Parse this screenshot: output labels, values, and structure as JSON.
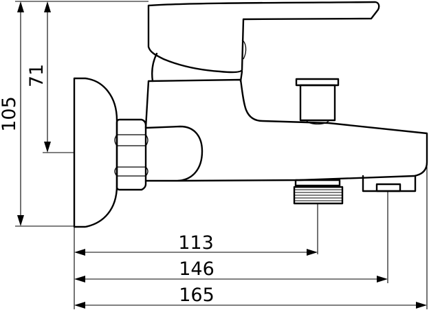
{
  "diagram": {
    "dimensions": [
      {
        "id": "height_total",
        "label": "105",
        "orientation": "vertical"
      },
      {
        "id": "height_inlet",
        "label": "71",
        "orientation": "vertical"
      },
      {
        "id": "length_outlet",
        "label": "113",
        "orientation": "horizontal"
      },
      {
        "id": "length_spout_tip",
        "label": "146",
        "orientation": "horizontal"
      },
      {
        "id": "length_total",
        "label": "165",
        "orientation": "horizontal"
      }
    ]
  }
}
